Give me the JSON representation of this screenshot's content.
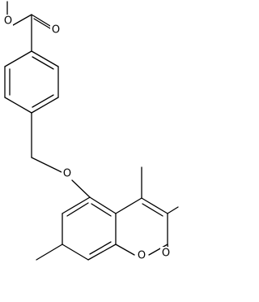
{
  "structure": {
    "atom_labels": {
      "ester_oxygen_1": "O",
      "carbonyl_oxygen_1": "O",
      "ether_oxygen": "O",
      "ring_oxygen": "O",
      "lactone_carbonyl_oxygen": "O"
    },
    "colors": {
      "bond": "#000000",
      "label": "#000000",
      "background": "#ffffff"
    }
  }
}
